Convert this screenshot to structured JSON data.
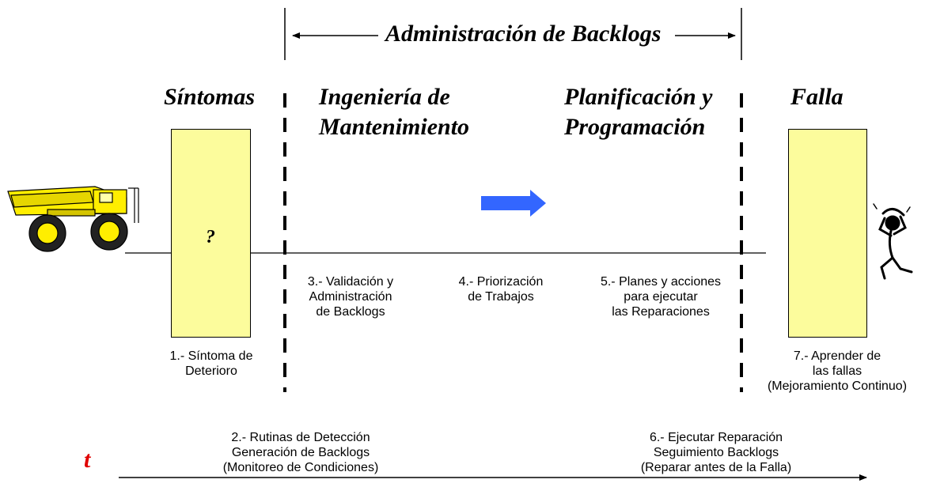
{
  "header": {
    "title": "Administración de Backlogs"
  },
  "stages": {
    "sintomas": "Síntomas",
    "ingenieria_l1": "Ingeniería de",
    "ingenieria_l2": "Mantenimiento",
    "planificacion_l1": "Planificación y",
    "planificacion_l2": "Programación",
    "falla": "Falla"
  },
  "symptom_box": {
    "mark": "?"
  },
  "steps": {
    "s1": {
      "l1": "1.- Síntoma de",
      "l2": "Deterioro"
    },
    "s2": {
      "l1": "2.- Rutinas de Detección",
      "l2": "Generación de Backlogs",
      "l3": "(Monitoreo de Condiciones)"
    },
    "s3": {
      "l1": "3.- Validación y",
      "l2": "Administración",
      "l3": "de Backlogs"
    },
    "s4": {
      "l1": "4.- Priorización",
      "l2": "de Trabajos"
    },
    "s5": {
      "l1": "5.- Planes y acciones",
      "l2": "para ejecutar",
      "l3": "las Reparaciones"
    },
    "s6": {
      "l1": "6.- Ejecutar Reparación",
      "l2": "Seguimiento Backlogs",
      "l3": "(Reparar antes de la Falla)"
    },
    "s7": {
      "l1": "7.- Aprender de",
      "l2": "las fallas",
      "l3": "(Mejoramiento Continuo)"
    }
  },
  "time_axis": {
    "label": "t",
    "color": "#e00000"
  },
  "colors": {
    "box_fill": "#fcfc9c",
    "arrow_blue": "#3366ff",
    "truck_yellow": "#ffee00"
  },
  "icons": {
    "truck": "haul-truck-icon",
    "explosion": "explosion-icon",
    "person": "worried-person-icon"
  }
}
